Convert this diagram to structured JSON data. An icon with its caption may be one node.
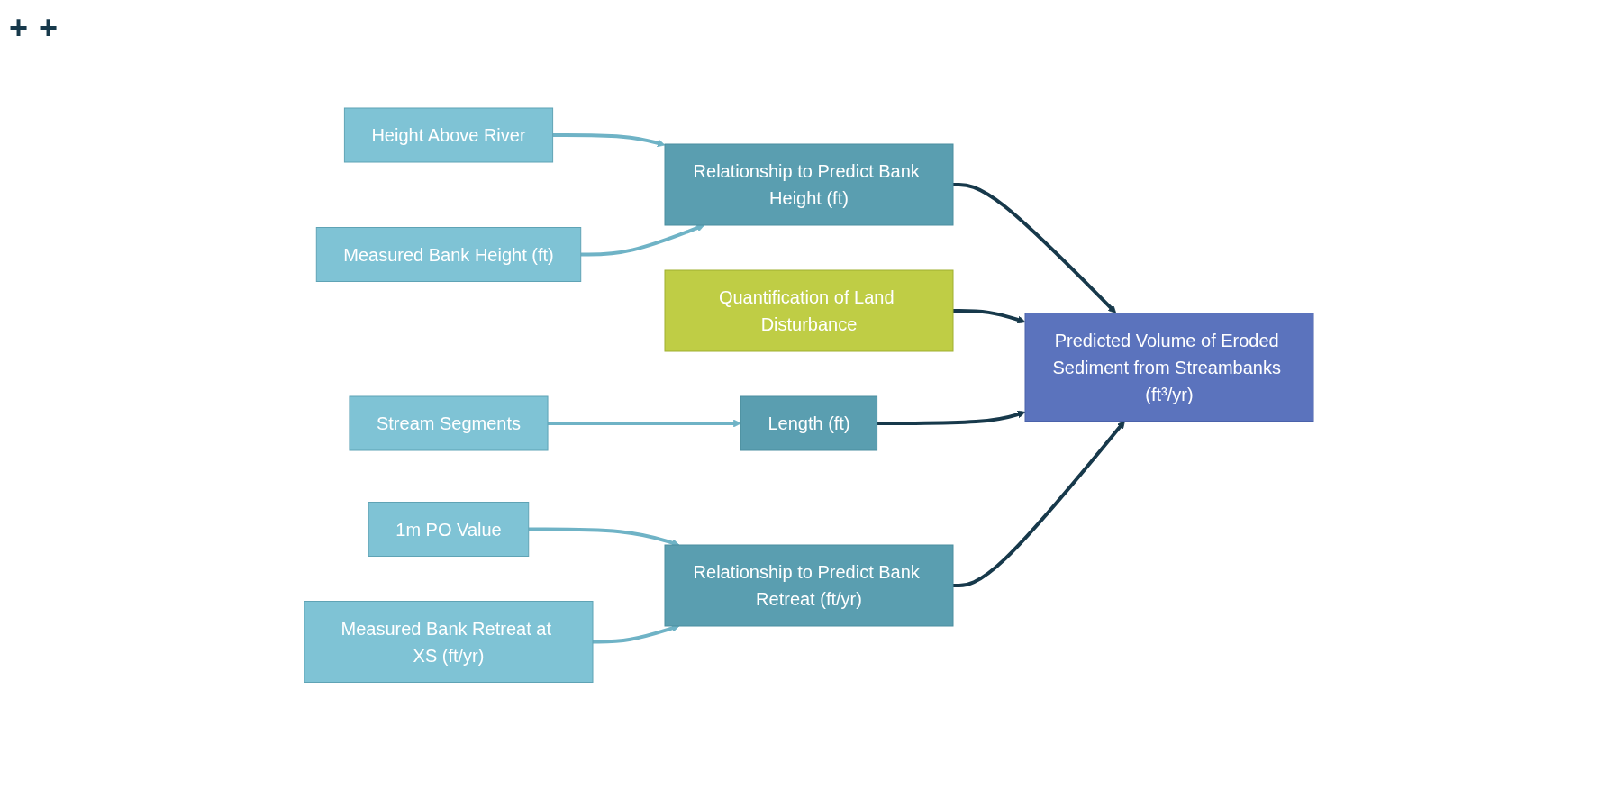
{
  "diagram": {
    "nodes": [
      {
        "text": [
          "Height Above River"
        ]
      },
      {
        "text": [
          "Measured Bank Height (ft)"
        ]
      },
      {
        "text": [
          "Relationship to Predict Bank Height (ft)"
        ]
      },
      {
        "text": [
          "Stream Segments"
        ]
      },
      {
        "text": [
          "Quantification of Land Disturbance"
        ]
      },
      {
        "text": [
          "Predicted Volume of Eroded Sediment from Streambanks (ft³/yr)"
        ]
      },
      {
        "text": [
          "Length (ft)"
        ]
      },
      {
        "text": [
          "1m PO Value"
        ]
      },
      {
        "text": [
          "Relationship to Predict Bank Retreat (ft/yr)"
        ]
      },
      {
        "text": [
          "Measured Bank Retreat at XS (ft/yr)"
        ]
      }
    ],
    "edges": [
      {
        "from": 0,
        "to": 2,
        "arrow": "to"
      },
      {
        "from": 1,
        "to": 2,
        "arrow": "to"
      },
      {
        "from": 3,
        "to": 6,
        "arrow": "to"
      },
      {
        "from": 2,
        "to": 5,
        "arrow": "to",
        "color": "#17394b"
      },
      {
        "from": 4,
        "to": 5,
        "arrow": "to",
        "color": "#17394b"
      },
      {
        "from": 6,
        "to": 5,
        "arrow": "to",
        "color": "#17394b"
      },
      {
        "from": 8,
        "to": 5,
        "arrow": "to",
        "color": "#17394b"
      },
      {
        "from": 7,
        "to": 8,
        "arrow": "to"
      },
      {
        "from": 9,
        "to": 8,
        "arrow": "to"
      }
    ],
    "labels": [
      "+",
      "+"
    ]
  }
}
